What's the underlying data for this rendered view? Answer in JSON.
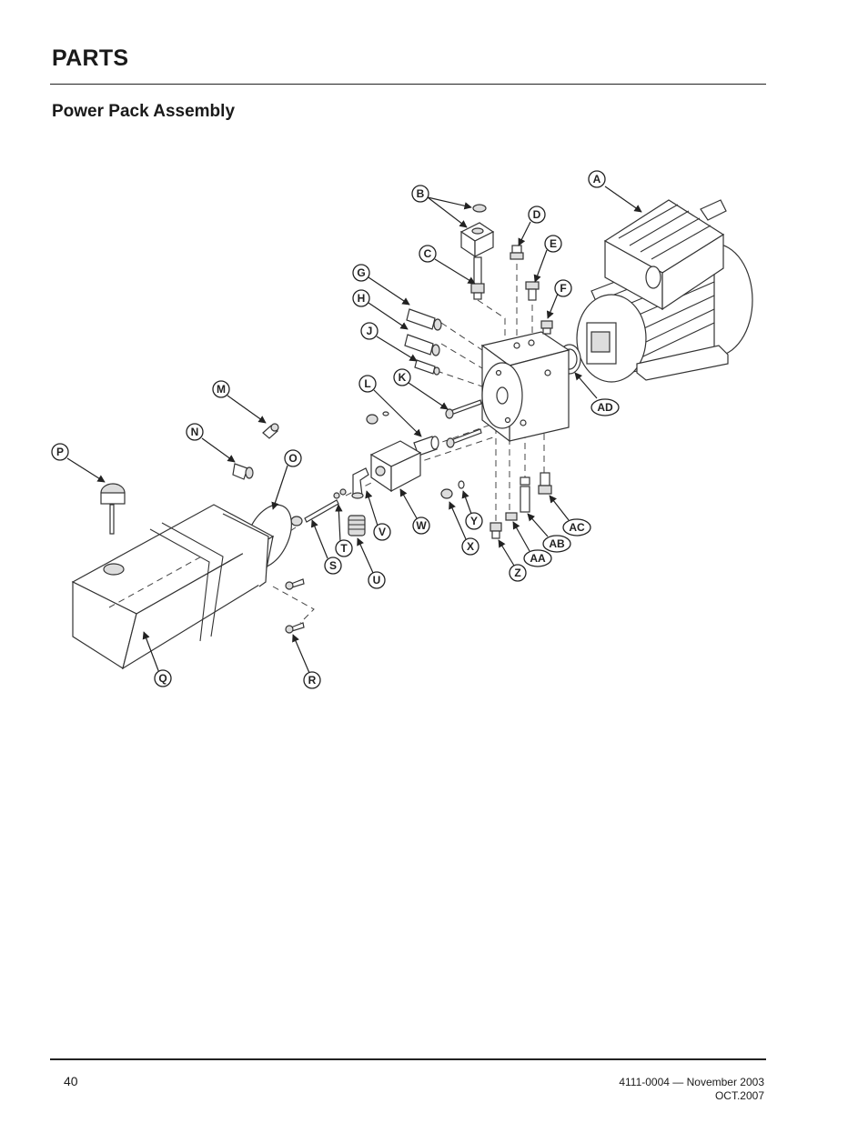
{
  "header": {
    "section": "PARTS",
    "subsection": "Power Pack Assembly"
  },
  "diagram": {
    "callouts": [
      "A",
      "B",
      "C",
      "D",
      "E",
      "F",
      "G",
      "H",
      "J",
      "K",
      "L",
      "M",
      "N",
      "O",
      "P",
      "Q",
      "R",
      "S",
      "T",
      "U",
      "V",
      "W",
      "X",
      "Y",
      "Z",
      "AA",
      "AB",
      "AC",
      "AD"
    ]
  },
  "footer": {
    "page_number": "40",
    "doc_number": "4111-0004 — November 2003",
    "revision": "OCT.2007"
  }
}
